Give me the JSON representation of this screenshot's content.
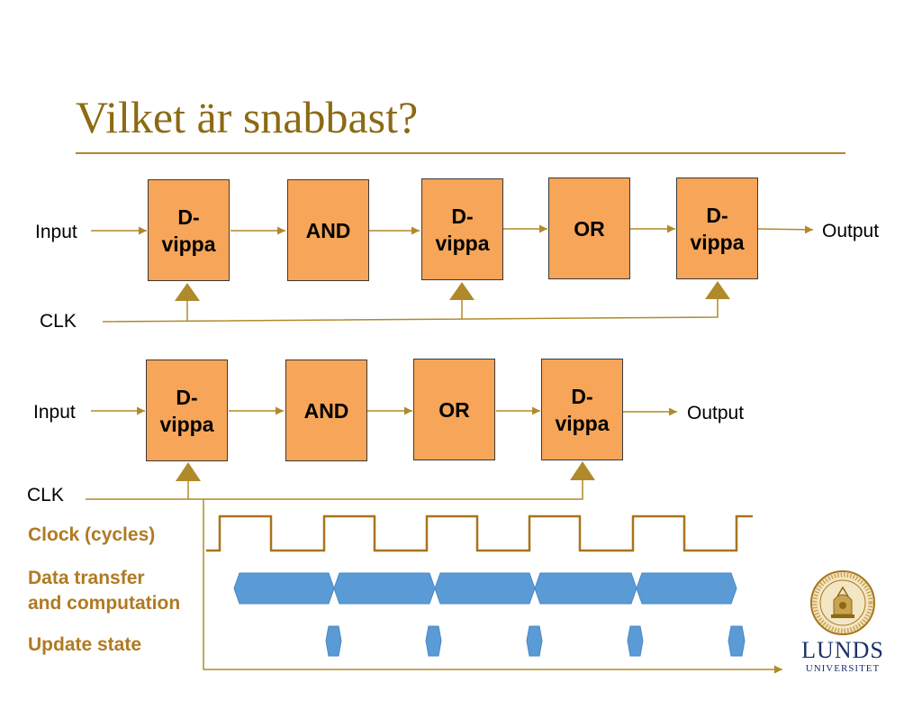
{
  "title": "Vilket är snabbast?",
  "diagram1": {
    "input": "Input",
    "output": "Output",
    "clk": "CLK",
    "blocks": [
      {
        "line1": "D-",
        "line2": "vippa"
      },
      {
        "line1": "AND",
        "line2": ""
      },
      {
        "line1": "D-",
        "line2": "vippa"
      },
      {
        "line1": "OR",
        "line2": ""
      },
      {
        "line1": "D-",
        "line2": "vippa"
      }
    ]
  },
  "diagram2": {
    "input": "Input",
    "output": "Output",
    "clk": "CLK",
    "blocks": [
      {
        "line1": "D-",
        "line2": "vippa"
      },
      {
        "line1": "AND",
        "line2": ""
      },
      {
        "line1": "OR",
        "line2": ""
      },
      {
        "line1": "D-",
        "line2": "vippa"
      }
    ]
  },
  "timeline": {
    "clock_label": "Clock (cycles)",
    "data_label_line1": "Data transfer",
    "data_label_line2": "and computation",
    "update_label": "Update state"
  },
  "logo": {
    "name": "LUNDS",
    "subtitle": "UNIVERSITET",
    "seal_text": "SIGILLUM UNIVERSITATIS CAROLINAE LUNDENSIS",
    "seal_year": "1666"
  },
  "colors": {
    "title": "#8c6a14",
    "block": "#f7a558",
    "wire": "#b08a2a",
    "timeline_label": "#b07a22",
    "bar": "#5b9bd5",
    "logo": "#1b2f6b"
  }
}
